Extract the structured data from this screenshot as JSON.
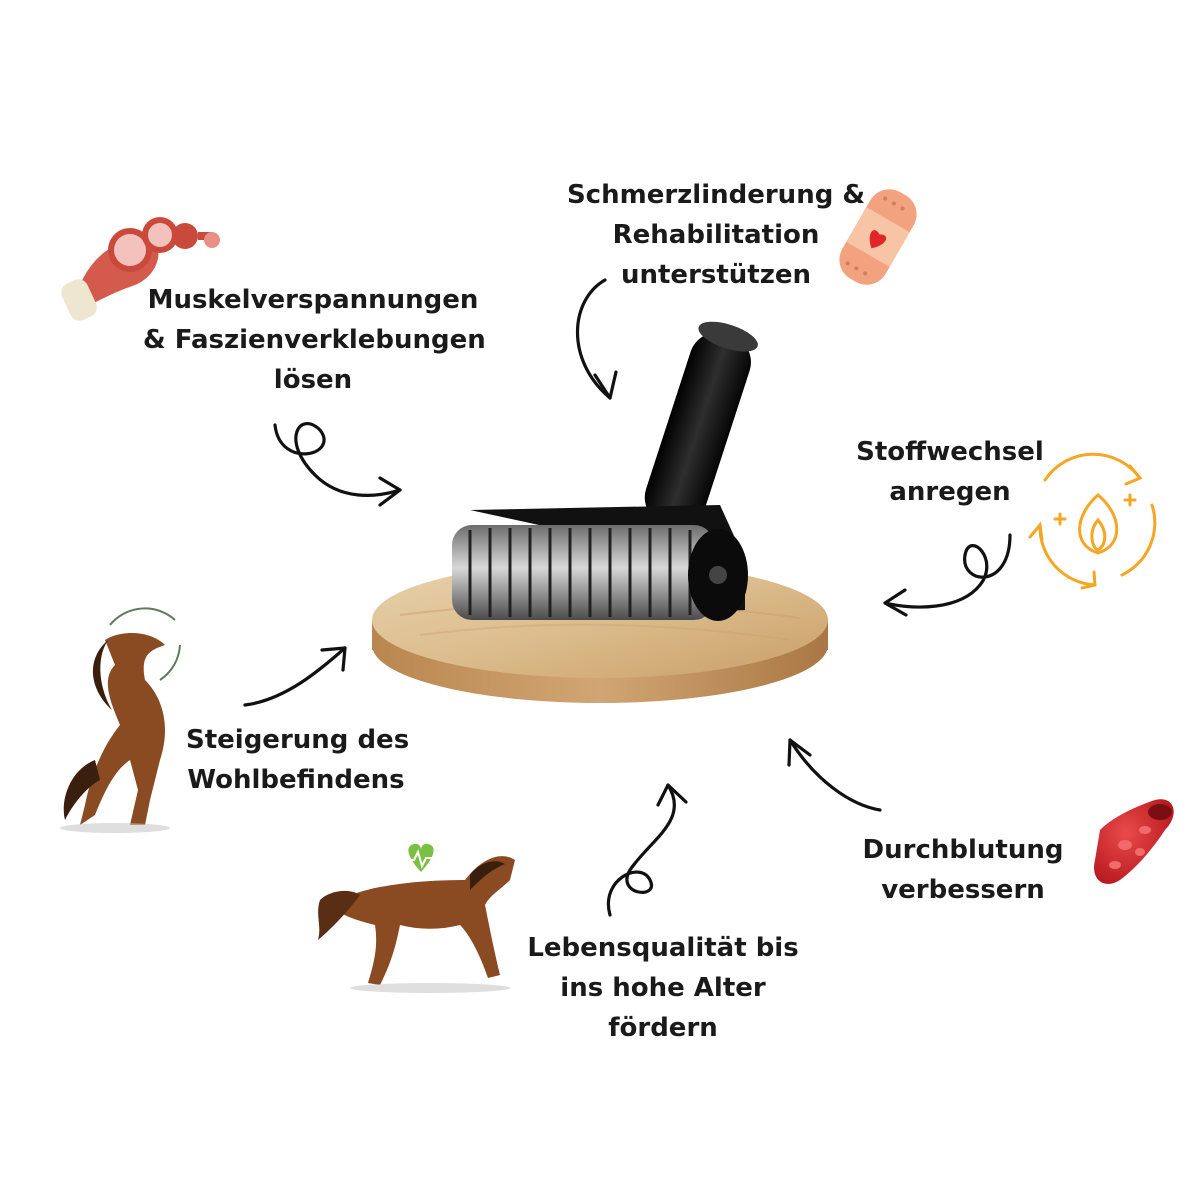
{
  "benefits": {
    "schmerz": {
      "lines": [
        "Schmerzlinderung &",
        "Rehabilitation",
        "unterstützen"
      ],
      "icon": "bandage-heart-icon"
    },
    "muskel": {
      "lines": [
        "Muskelverspannungen",
        "& Faszienverklebungen",
        "lösen"
      ],
      "icon": "muscle-fascia-icon"
    },
    "stoffwechsel": {
      "lines": [
        "Stoffwechsel",
        "anregen"
      ],
      "icon": "metabolism-flame-icon"
    },
    "wohlbefinden": {
      "lines": [
        "Steigerung des",
        "Wohlbefindens"
      ],
      "icon": "rearing-horse-icon"
    },
    "lebensqualitaet": {
      "lines": [
        "Lebensqualität bis",
        "ins hohe Alter",
        "fördern"
      ],
      "icon": "galloping-horse-heart-icon"
    },
    "durchblutung": {
      "lines": [
        "Durchblutung",
        "verbessern"
      ],
      "icon": "blood-vessel-icon"
    }
  },
  "center": {
    "icon": "fascia-roller-on-wood-icon"
  },
  "colors": {
    "text": "#1a1a1a",
    "accent_orange": "#f5a623",
    "bandage": "#f2a27e",
    "blood": "#d42a2a",
    "wood": "#d9b98a",
    "horse": "#8a4a22",
    "heart_green": "#7cc043"
  }
}
